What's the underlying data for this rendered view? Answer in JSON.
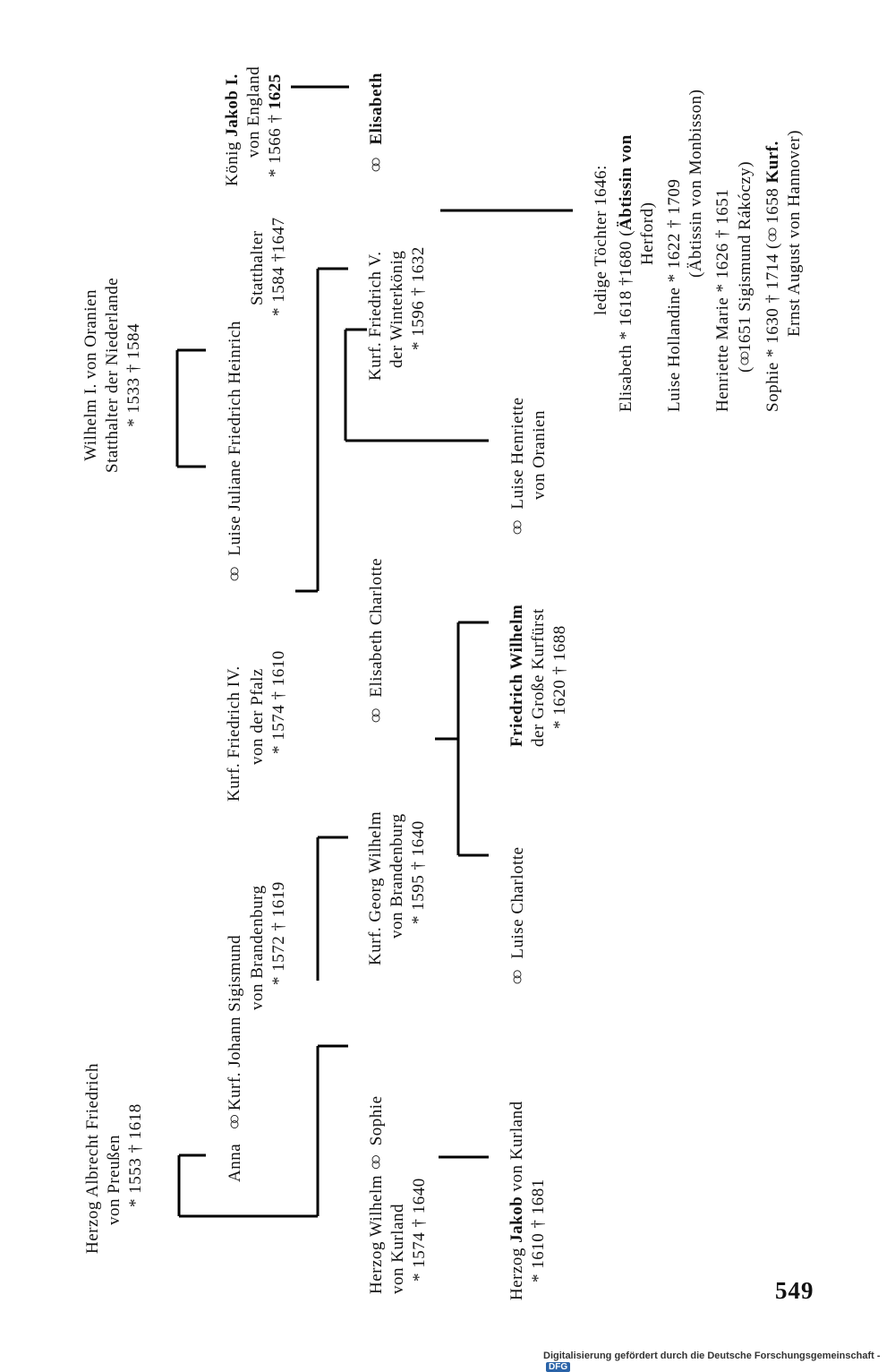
{
  "persons": {
    "albrecht": {
      "line1": "Herzog Albrecht Friedrich",
      "line2": "von Preußen",
      "line3": "* 1553     † 1618"
    },
    "anna": {
      "name": "Anna"
    },
    "johann_sigismund": {
      "line1": "Kurf. Johann Sigismund",
      "line2": "von Brandenburg",
      "line3": "* 1572     † 1619"
    },
    "friedrich_iv": {
      "line1": "Kurf. Friedrich IV.",
      "line2": "von der Pfalz",
      "line3": "* 1574     † 1610"
    },
    "luise_juliane": {
      "name": "Luise Juliane"
    },
    "friedrich_heinrich": {
      "line1": "Friedrich Heinrich",
      "line2": "Statthalter",
      "line3": "* 1584     †1647"
    },
    "wilhelm_oranien": {
      "line1": "Wilhelm I. von Oranien",
      "line2": "Statthalter der Niederlande",
      "line3": "* 1533     † 1584"
    },
    "jakob_i": {
      "line1_pre": "König ",
      "line1_bold": "Jakob I.",
      "line2": "von England",
      "line3_a": "* 1566     † ",
      "line3_bold": "1625"
    },
    "wilhelm_kurland": {
      "line1": "Herzog Wilhelm",
      "line2": "von Kurland",
      "line3": "* 1574     † 1640"
    },
    "sophie": {
      "name": "Sophie"
    },
    "georg_wilhelm": {
      "line1": "Kurf. Georg Wilhelm",
      "line2": "von Brandenburg",
      "line3": "* 1595     † 1640"
    },
    "elisabeth_charlotte": {
      "name": "Elisabeth Charlotte"
    },
    "friedrich_v": {
      "line1": "Kurf. Friedrich V.",
      "line2": "der Winterkönig",
      "line3": "* 1596     † 1632"
    },
    "elisabeth": {
      "name": "Elisabeth"
    },
    "jakob_kurland": {
      "line1_pre": "Herzog ",
      "line1_bold": "Jakob",
      "line1_post": " von Kurland",
      "line2": "* 1610     † 1681"
    },
    "luise_charlotte": {
      "name": "Luise Charlotte"
    },
    "friedrich_wilhelm": {
      "line1_bold": "Friedrich Wilhelm",
      "line2": "der Große Kurfürst",
      "line3": "* 1620     † 1688"
    },
    "luise_henriette": {
      "line1": "Luise Henriette",
      "line2": "von Oranien"
    }
  },
  "marriage_symbol": "○○",
  "toechter": {
    "heading": "ledige Töchter 1646:",
    "elisabeth_a": "Elisabeth * 1618    †1680 (",
    "elisabeth_bold": "Äbtissin von",
    "elisabeth_b": "Herford)",
    "luise_a": "Luise Hollandine * 1622    † 1709",
    "luise_b": "(Äbtissin von Monbisson)",
    "henriette_a": "Henriette Marie * 1626    † 1651",
    "henriette_b": "1651 Sigismund Rákóczy)",
    "sophie_a": "Sophie * 1630    † 1714 (",
    "sophie_b": " 1658 ",
    "sophie_bold": "Kurf.",
    "sophie_c": "Ernst August von Hannover)"
  },
  "page_number": "549",
  "footer": {
    "text": "Digitalisierung gefördert durch die Deutsche Forschungsgemeinschaft -",
    "logo": "DFG"
  }
}
